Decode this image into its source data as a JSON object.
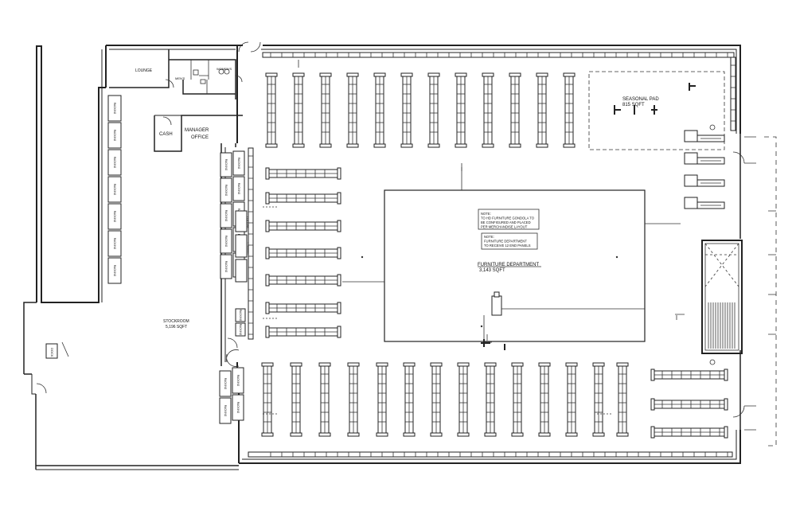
{
  "rooms": {
    "lounge": "LOUNGE",
    "mens": "MEN'S",
    "womens": "WOMEN'S",
    "cash": "CASH",
    "manager_line1": "MANAGER",
    "manager_line2": "OFFICE",
    "stockroom_name": "STOCKROOM",
    "stockroom_area": "5,196 SQFT",
    "seasonal_name": "SEASONAL PAD",
    "seasonal_area": "815 SQFT",
    "furniture_name": "FURNITURE DEPARTMENT",
    "furniture_area": "3,143 SQFT",
    "dock_label": "DOCK"
  },
  "notes": {
    "note1": [
      "NOTE:",
      "TO HD FURNITURE GONDOLA TO",
      "BE CONFIGURED AND PLACED",
      "PER MERCHANDISE LAYOUT"
    ],
    "note2": [
      "NOTE:",
      "FURNITURE DEPARTMENT",
      "TO RECEIVE 12 END PANELS"
    ]
  },
  "fixtures": {
    "racking_label": "RACKING",
    "cooler_label": "COOLER",
    "freezer_label": "FREEZER"
  }
}
